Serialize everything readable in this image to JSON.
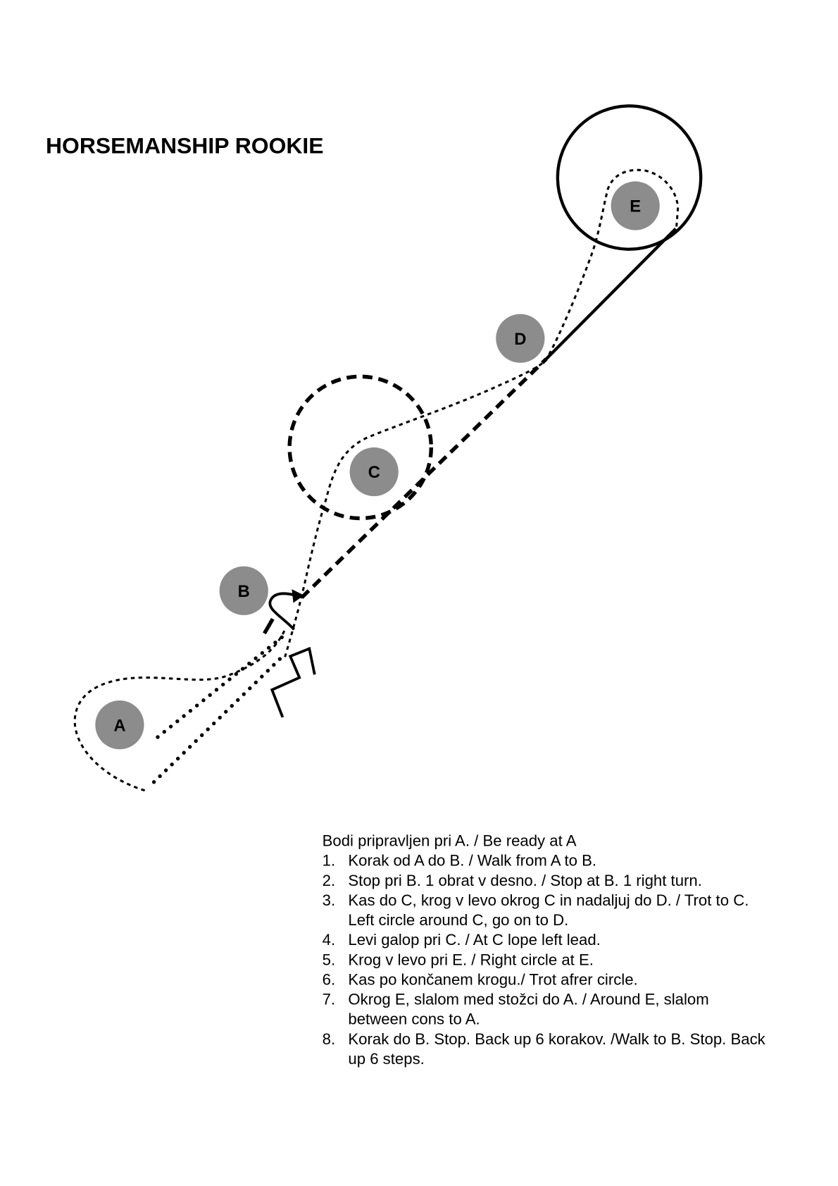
{
  "title": "HORSEMANSHIP ROOKIE",
  "markers": {
    "a": "A",
    "b": "B",
    "c": "C",
    "d": "D",
    "e": "E"
  },
  "instructions": {
    "intro": "Bodi pripravljen pri A. / Be ready at A",
    "steps": [
      {
        "num": "1.",
        "lines": [
          "Korak od A do B. / Walk from A to B."
        ]
      },
      {
        "num": "2.",
        "lines": [
          "Stop pri B. 1 obrat v desno. / Stop at B. 1 right turn."
        ]
      },
      {
        "num": "3.",
        "lines": [
          "Kas do C, krog v levo okrog C in nadaljuj do D. / Trot to C.",
          "Left circle around C, go on to D."
        ]
      },
      {
        "num": "4.",
        "lines": [
          "Levi galop pri C. / At C lope left lead."
        ]
      },
      {
        "num": "5.",
        "lines": [
          "Krog v levo pri E. / Right circle at E."
        ]
      },
      {
        "num": "6.",
        "lines": [
          "Kas po končanem krogu./ Trot afrer circle."
        ]
      },
      {
        "num": "7.",
        "lines": [
          "Okrog E, slalom med stožci do A. / Around E, slalom",
          "between cons to A."
        ]
      },
      {
        "num": "8.",
        "lines": [
          "Korak do B. Stop. Back up 6 korakov. /Walk to B. Stop. Back",
          "up 6 steps."
        ]
      }
    ]
  },
  "colors": {
    "marker_fill": "#8c8c8c",
    "ink": "#000000"
  }
}
